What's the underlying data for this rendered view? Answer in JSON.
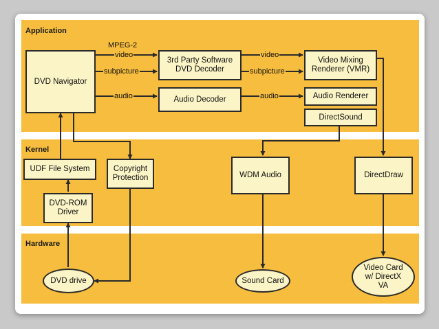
{
  "layers": {
    "application": "Application",
    "kernel": "Kernel",
    "hardware": "Hardware"
  },
  "boxes": {
    "dvd_navigator": "DVD Navigator",
    "dvd_decoder": "3rd Party Software\nDVD Decoder",
    "audio_decoder": "Audio Decoder",
    "vmr": "Video Mixing\nRenderer (VMR)",
    "audio_renderer": "Audio Renderer",
    "directsound": "DirectSound",
    "udf": "UDF File System",
    "copyright": "Copyright\nProtection",
    "wdm_audio": "WDM Audio",
    "directdraw": "DirectDraw",
    "dvdrom_driver": "DVD-ROM\nDriver",
    "dvd_drive": "DVD drive",
    "sound_card": "Sound Card",
    "video_card": "Video Card\nw/ DirectX\nVA"
  },
  "labels": {
    "mpeg2": "MPEG-2",
    "video_1": "video",
    "subpicture_1": "subpicture",
    "audio_1": "audio",
    "video_2": "video",
    "subpicture_2": "subpicture",
    "audio_2": "audio"
  },
  "colors": {
    "band": "#f6bd3e",
    "box_fill": "#fbf4c6",
    "stroke": "#2a2a2a"
  }
}
